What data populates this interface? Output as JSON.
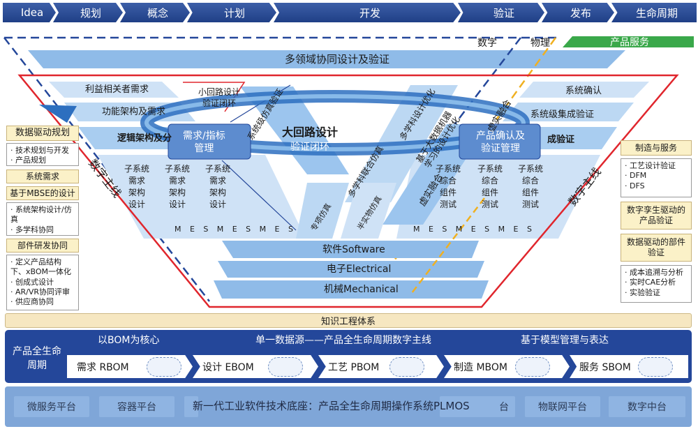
{
  "phases": [
    "Idea",
    "规划",
    "概念",
    "计划",
    "开发",
    "验证",
    "发布",
    "生命周期"
  ],
  "top_labels": {
    "digital": "数字",
    "physical": "物理",
    "product_service": "产品服务",
    "multi_domain": "多领域协同设计及验证"
  },
  "left_v": {
    "stakeholder": "利益相关者需求",
    "function_arch": "功能架构及需求",
    "logic_arch": "逻辑架构及分",
    "req_mgmt": "需求/指标\n管理",
    "small_loop": "小回路设计\n验证闭环",
    "digital_thread": "数字主线",
    "system_verify_sim": "系统级仿真验证",
    "subsystems": [
      "子系统\n需求\n架构\n设计",
      "子系统\n需求\n架构\n设计",
      "子系统\n需求\n架构\n设计"
    ],
    "mes": [
      "M",
      "E",
      "S",
      "M",
      "E",
      "S",
      "M",
      "E",
      "S"
    ]
  },
  "center": {
    "big_loop_title": "大回路设计",
    "big_loop_sub": "验证闭环",
    "multi_disc_design": "多学科设计优化",
    "multi_disc_sim": "多学科联合仿真",
    "special_sim": "专项仿真",
    "semi_physical": "半实物仿真",
    "big_data": "基于大数据机器\n学习的设计优化",
    "virtual_real": "虚实融合",
    "virtual_real_2": "虚实融合"
  },
  "right_v": {
    "system_confirm": "系统确认",
    "system_integration": "系统级集成验证",
    "integration_verify": "成验证",
    "product_confirm": "产品确认及\n验证管理",
    "digital_thread": "数字主线",
    "subsystems": [
      "子系统\n综合\n组件\n测试",
      "子系统\n综合\n组件\n测试",
      "子系统\n综合\n组件\n测试"
    ],
    "mes": [
      "M",
      "E",
      "S",
      "M",
      "E",
      "S",
      "M",
      "E",
      "S"
    ]
  },
  "domains": [
    "软件Software",
    "电子Electrical",
    "机械Mechanical"
  ],
  "left_panel": [
    {
      "title": "数据驱动规划",
      "items": [
        "技术规划与开发",
        "产品规划"
      ]
    },
    {
      "title": "系统需求",
      "items": []
    },
    {
      "title": "基于MBSE的设计",
      "items": [
        "系统架构设计/仿真",
        "多学科协同"
      ]
    },
    {
      "title": "部件研发协同",
      "items": [
        "定义产品结构下、xBOM一体化",
        "创成式设计",
        "AR/VR协同评审",
        "供应商协同"
      ]
    }
  ],
  "right_panel": [
    {
      "title": "制造与服务",
      "items": [
        "工艺设计验证",
        "DFM",
        "DFS"
      ]
    },
    {
      "title": "数字孪生驱动的\n产品验证",
      "items": []
    },
    {
      "title": "数据驱动的部件\n验证",
      "items": [
        "成本追溯与分析",
        "实时CAE分析",
        "实验验证"
      ]
    }
  ],
  "knowledge": "知识工程体系",
  "lifecycle": {
    "label": "产品全生命\n周期",
    "headers": [
      "以BOM为核心",
      "单一数据源——产品全生命周期数字主线",
      "基于模型管理与表达"
    ],
    "boms": [
      "需求 RBOM",
      "设计 EBOM",
      "工艺  PBOM",
      "制造  MBOM",
      "服务  SBOM"
    ]
  },
  "platform": {
    "items": [
      "微服务平台",
      "容器平台",
      "新",
      "台",
      "物联网平台",
      "数字中台"
    ],
    "overlay": "新一代工业软件技术底座：产品全生命周期操作系统PLMOS"
  },
  "colors": {
    "phase_blue": "#2a4b95",
    "band_blue": "#8fbbe8",
    "deep_blue": "#24479a",
    "red_outline": "#e0262d",
    "green": "#3aa84a",
    "cream": "#fbf1c8"
  }
}
